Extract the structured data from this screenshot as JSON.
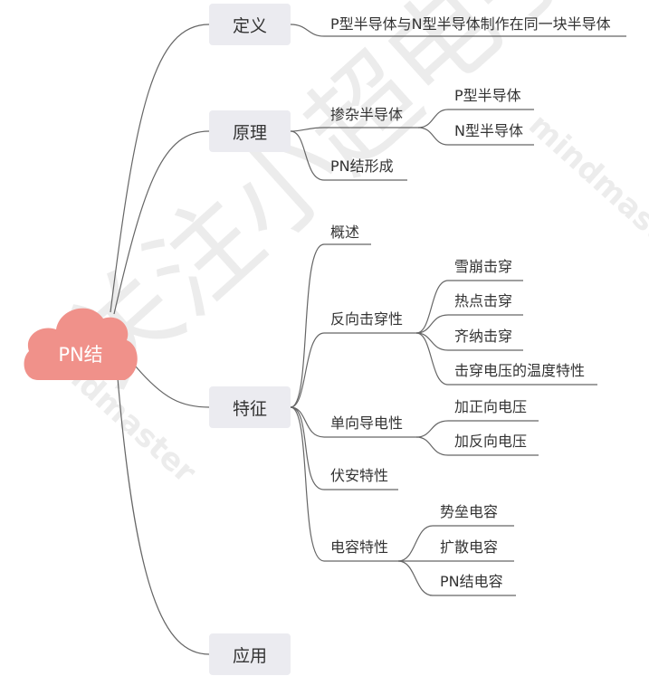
{
  "root": {
    "label": "PN结",
    "color": "#F0918A"
  },
  "topics": [
    {
      "label": "定义",
      "children": [
        {
          "label": "P型半导体与N型半导体制作在同一块半导体"
        }
      ]
    },
    {
      "label": "原理",
      "children": [
        {
          "label": "掺杂半导体",
          "children": [
            {
              "label": "P型半导体"
            },
            {
              "label": "N型半导体"
            }
          ]
        },
        {
          "label": "PN结形成"
        }
      ]
    },
    {
      "label": "特征",
      "children": [
        {
          "label": "概述"
        },
        {
          "label": "反向击穿性",
          "children": [
            {
              "label": "雪崩击穿"
            },
            {
              "label": "热点击穿"
            },
            {
              "label": "齐纳击穿"
            },
            {
              "label": "击穿电压的温度特性"
            }
          ]
        },
        {
          "label": "单向导电性",
          "children": [
            {
              "label": "加正向电压"
            },
            {
              "label": "加反向电压"
            }
          ]
        },
        {
          "label": "伏安特性"
        },
        {
          "label": "电容特性",
          "children": [
            {
              "label": "势垒电容"
            },
            {
              "label": "扩散电容"
            },
            {
              "label": "PN结电容"
            }
          ]
        }
      ]
    },
    {
      "label": "应用"
    }
  ],
  "watermark": {
    "text": "关注小超电子笔记",
    "brand": "mindmaster"
  }
}
